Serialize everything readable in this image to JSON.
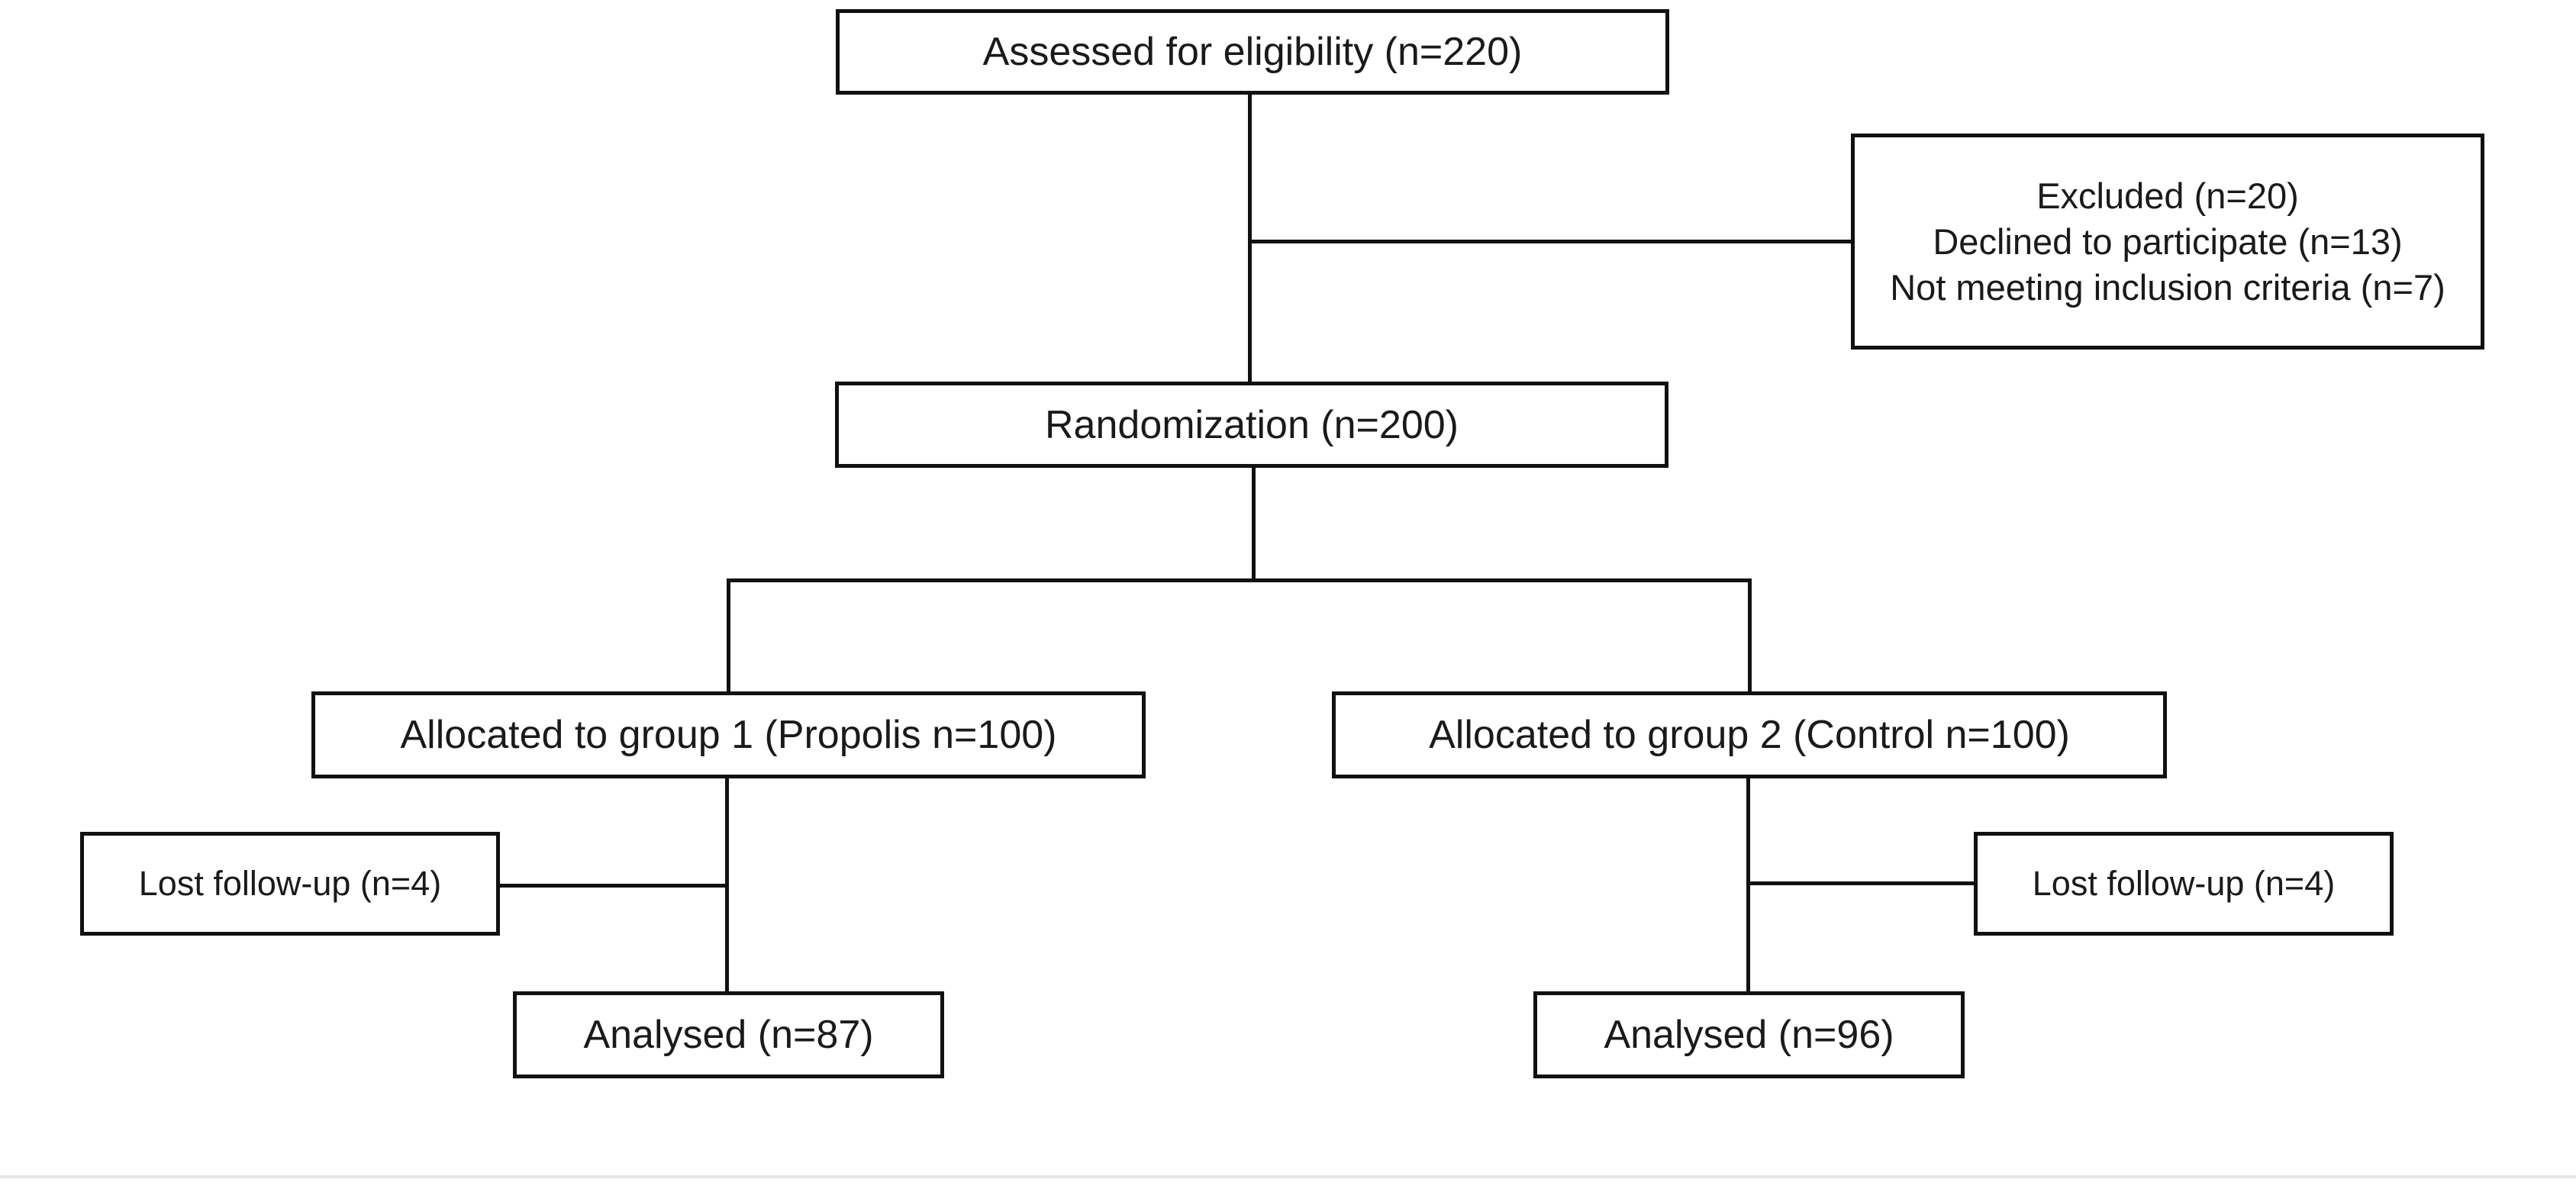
{
  "flowchart": {
    "assessed": "Assessed for eligibility (n=220)",
    "excluded": {
      "title": "Excluded (n=20)",
      "declined": "Declined to participate (n=13)",
      "not_meeting": "Not meeting inclusion criteria (n=7)"
    },
    "randomization": "Randomization (n=200)",
    "group1": {
      "allocated": "Allocated to group 1 (Propolis n=100)",
      "lost": "Lost follow-up (n=4)",
      "analysed": "Analysed (n=87)"
    },
    "group2": {
      "allocated": "Allocated to group 2 (Control n=100)",
      "lost": "Lost follow-up (n=4)",
      "analysed": "Analysed (n=96)"
    }
  }
}
